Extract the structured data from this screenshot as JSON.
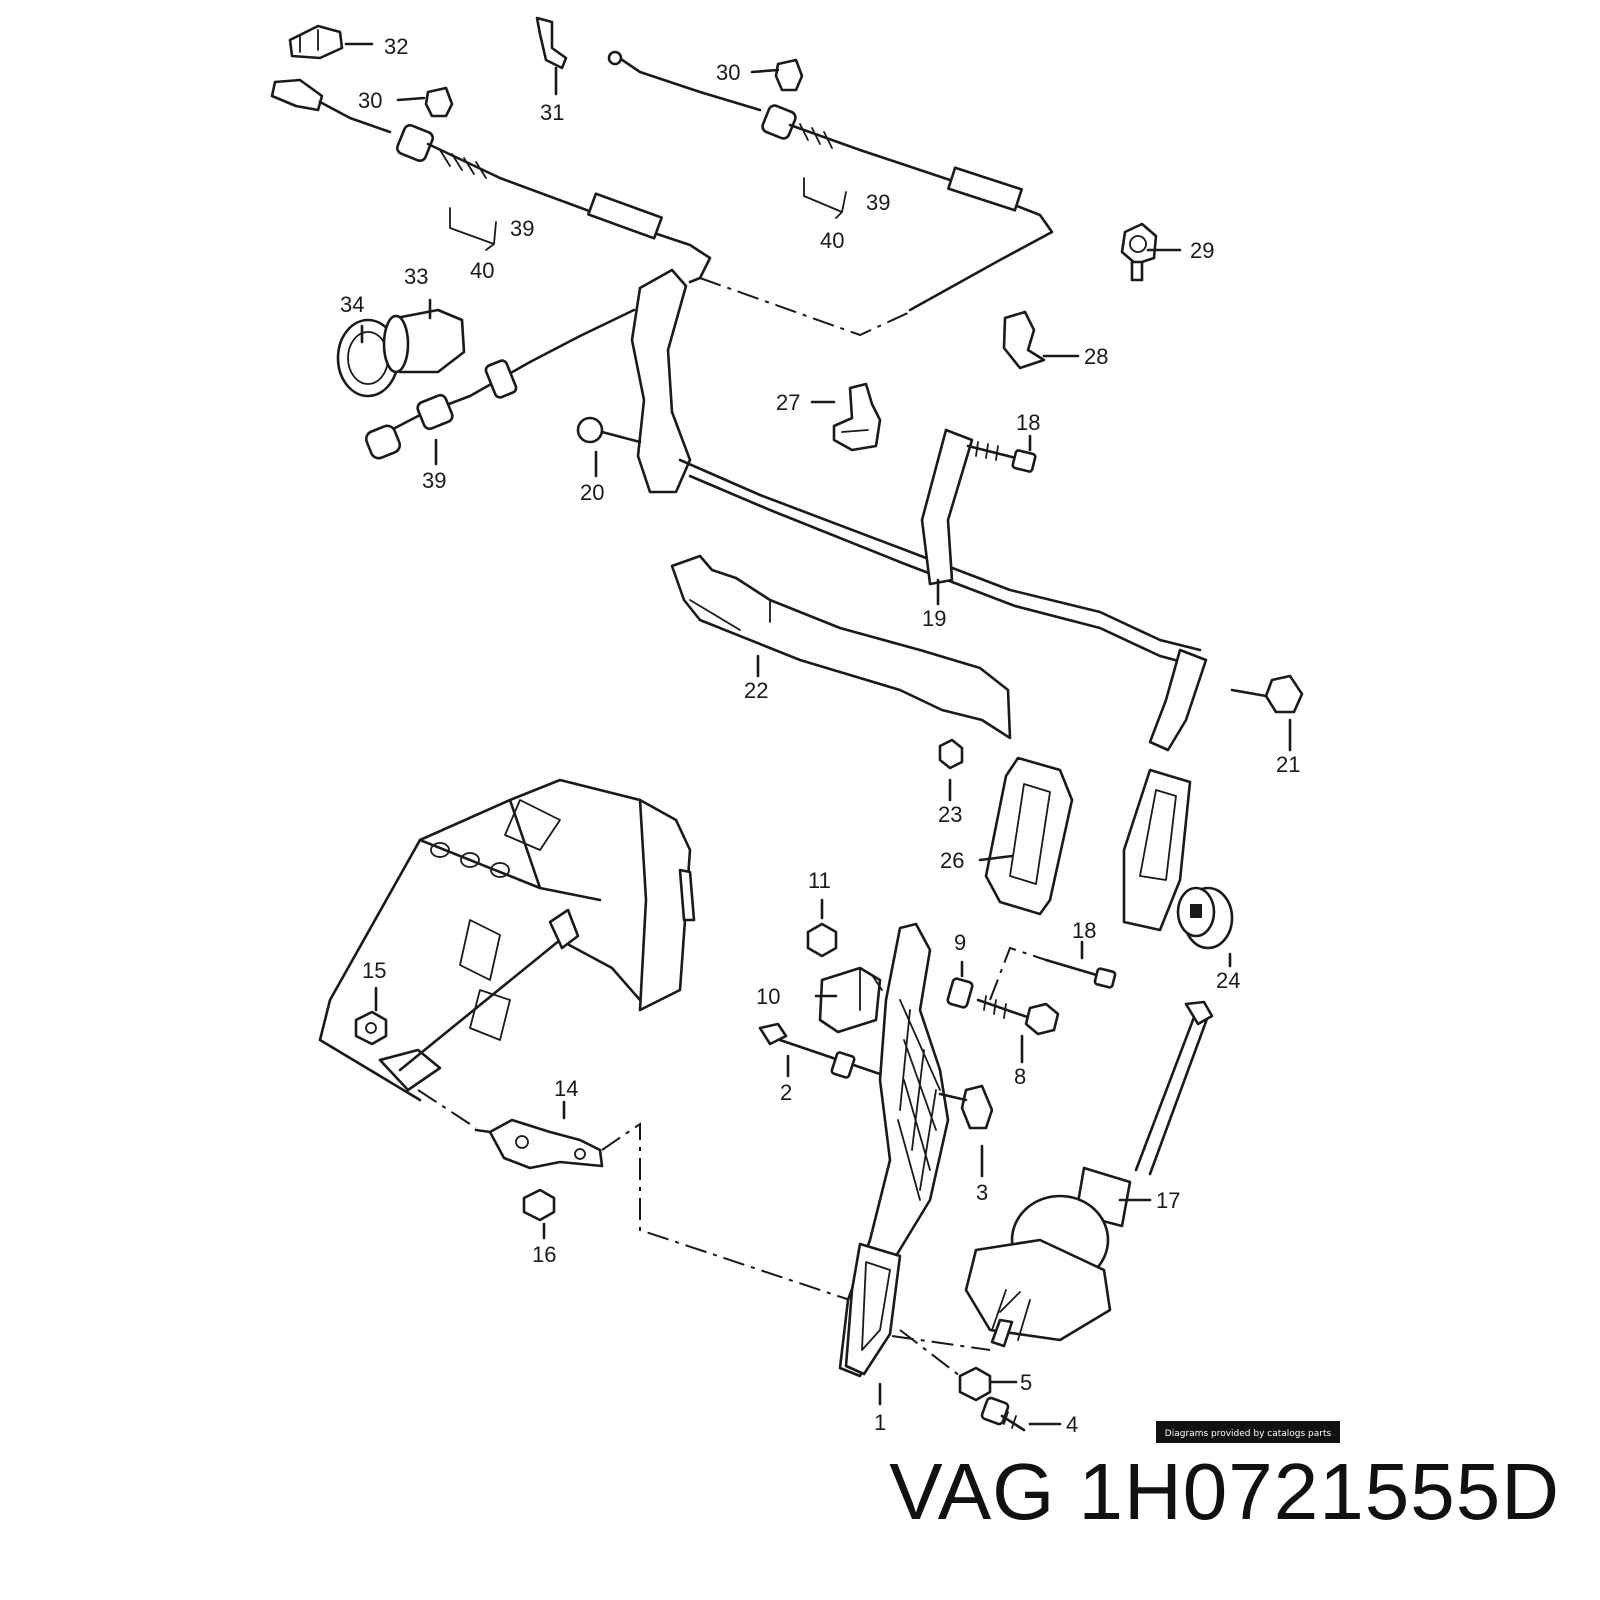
{
  "callouts": {
    "c1": "1",
    "c2": "2",
    "c3": "3",
    "c4": "4",
    "c5": "5",
    "c8": "8",
    "c9": "9",
    "c10": "10",
    "c11": "11",
    "c14": "14",
    "c15": "15",
    "c16": "16",
    "c17": "17",
    "c18a": "18",
    "c18b": "18",
    "c19": "19",
    "c20": "20",
    "c21": "21",
    "c22": "22",
    "c23": "23",
    "c24": "24",
    "c26": "26",
    "c27": "27",
    "c28": "28",
    "c29": "29",
    "c30a": "30",
    "c30b": "30",
    "c31": "31",
    "c32": "32",
    "c33": "33",
    "c34": "34",
    "c39a": "39",
    "c39b": "39",
    "c39c": "39",
    "c40a": "40",
    "c40b": "40"
  },
  "credit": "Diagrams provided by catalogs parts",
  "part_number": "VAG 1H0721555D"
}
